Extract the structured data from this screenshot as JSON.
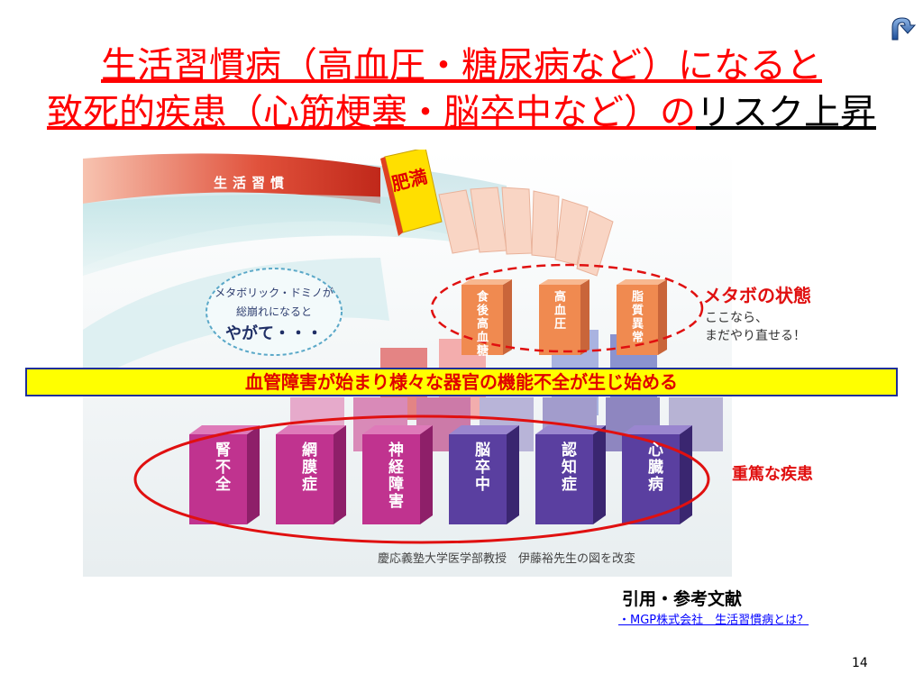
{
  "title": {
    "line1": "生活習慣病（高血圧・糖尿病など）になると",
    "line2_red": "致死的疾患（心筋梗塞・脳卒中など）の",
    "line2_black": "リスク上昇"
  },
  "nav": {
    "return_icon": "curved-arrow-return-icon"
  },
  "figure": {
    "arc_label": "生活習慣",
    "obesity_label": "肥満",
    "bubble_lines": [
      "メタボリック・ドミノが",
      "総崩れになると",
      "やがて・・・"
    ],
    "metabo_cards": [
      "食後高血糖",
      "高血圧",
      "脂質異常"
    ],
    "metabo_title": "メタボの状態",
    "metabo_sub1": "ここなら、",
    "metabo_sub2": "まだやり直せる！",
    "severe_cards": [
      "腎不全",
      "網膜症",
      "神経障害",
      "脳卒中",
      "認知症",
      "心臓病"
    ],
    "severe_title": "重篤な疾患",
    "credit": "慶応義塾大学医学部教授　伊藤裕先生の図を改変"
  },
  "banner": "血管障害が始まり様々な器官の機能不全が生じ始める",
  "references": {
    "heading": "引用・参考文献",
    "link": "・MGP株式会社　生活習慣病とは？"
  },
  "page_number": "14",
  "colors": {
    "title_red": "#ff0000",
    "banner_yellow": "#ffff00",
    "metabo_orange": "#f08a50",
    "severe_pink": "#c0338f",
    "severe_purple": "#5a3fa0"
  }
}
